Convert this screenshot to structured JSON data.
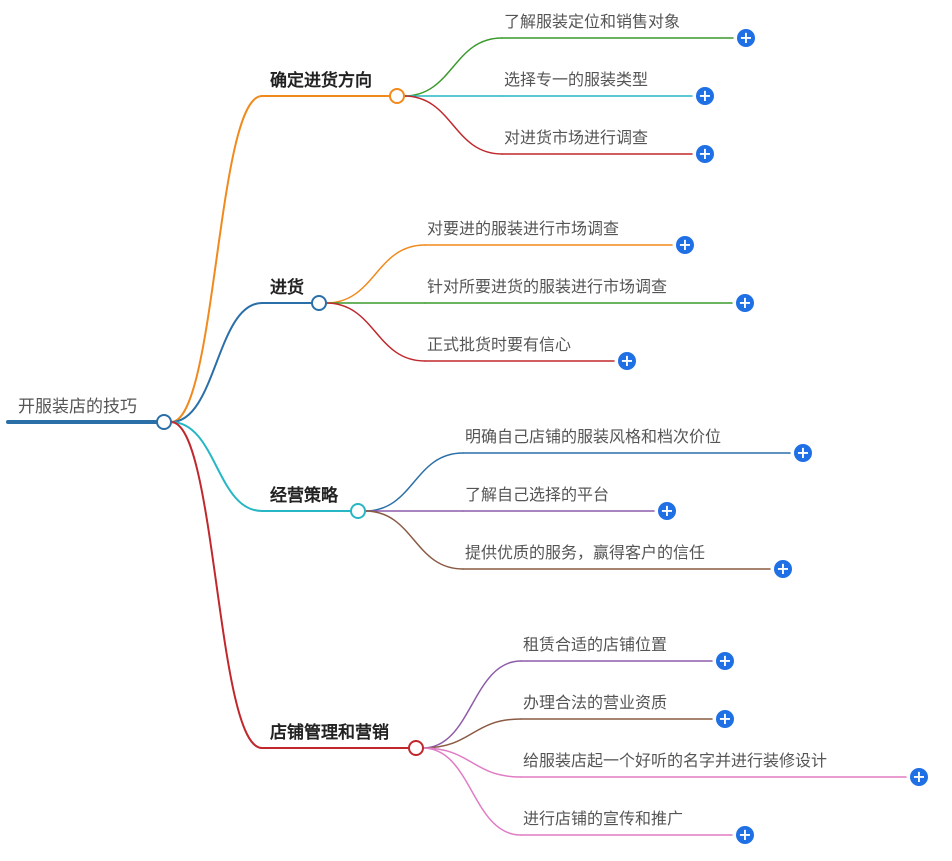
{
  "root": {
    "label": "开服装店的技巧",
    "color": "#2a6fa8"
  },
  "branches": [
    {
      "label": "确定进货方向",
      "color": "#f08a1c",
      "children": [
        {
          "label": "了解服装定位和销售对象",
          "color": "#3a9a2c"
        },
        {
          "label": "选择专一的服装类型",
          "color": "#27b6c4"
        },
        {
          "label": "对进货市场进行调查",
          "color": "#c0282d"
        }
      ]
    },
    {
      "label": "进货",
      "color": "#2a6fa8",
      "children": [
        {
          "label": "对要进的服装进行市场调查",
          "color": "#f08a1c"
        },
        {
          "label": "针对所要进货的服装进行市场调查",
          "color": "#3a9a2c"
        },
        {
          "label": "正式批货时要有信心",
          "color": "#c0282d"
        }
      ]
    },
    {
      "label": "经营策略",
      "color": "#27b6c4",
      "children": [
        {
          "label": "明确自己店铺的服装风格和档次价位",
          "color": "#2a6fa8"
        },
        {
          "label": "了解自己选择的平台",
          "color": "#8e5ba8"
        },
        {
          "label": "提供优质的服务，赢得客户的信任",
          "color": "#8a5a44"
        }
      ]
    },
    {
      "label": "店铺管理和营销",
      "color": "#c0282d",
      "children": [
        {
          "label": "租赁合适的店铺位置",
          "color": "#8e5ba8"
        },
        {
          "label": "办理合法的营业资质",
          "color": "#8a5a44"
        },
        {
          "label": "给服装店起一个好听的名字并进行装修设计",
          "color": "#e07cc4"
        },
        {
          "label": "进行店铺的宣传和推广",
          "color": "#e07cc4"
        }
      ]
    }
  ],
  "icons": {
    "expand": "plus-circle-icon",
    "expand_glyph": "+"
  }
}
